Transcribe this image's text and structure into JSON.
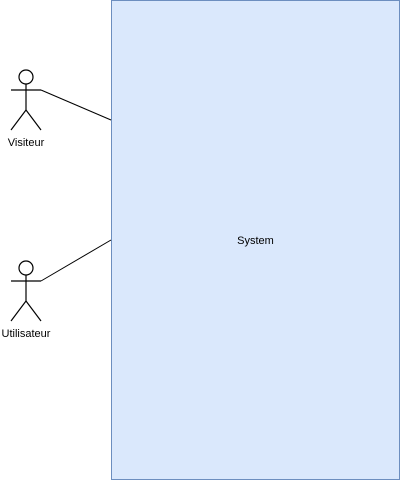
{
  "diagram": {
    "system": {
      "label": "System",
      "fill": "#dae8fc",
      "stroke": "#6c8ebf"
    },
    "actors": [
      {
        "id": "visiteur",
        "label": "Visiteur"
      },
      {
        "id": "utilisateur",
        "label": "Utilisateur"
      }
    ],
    "line_color": "#000000"
  }
}
